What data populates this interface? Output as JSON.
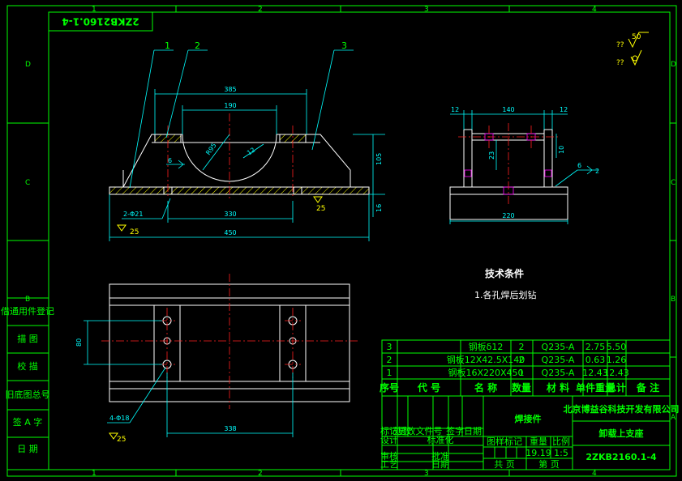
{
  "sheet": {
    "col_markers": [
      "1",
      "2",
      "3",
      "4"
    ],
    "row_markers": [
      "D",
      "C",
      "B",
      "A"
    ],
    "title_stamp": "2ZKB2160.1-4"
  },
  "left_strip": {
    "labels": [
      "借通用件登记",
      "描  图",
      "校  描",
      "旧底图总号",
      "签 A 字",
      "日  期"
    ]
  },
  "roughness": {
    "value": "50",
    "symbol_labels": [
      "??",
      "??"
    ]
  },
  "front_view": {
    "part_labels": [
      "1",
      "2",
      "3"
    ],
    "dims": {
      "overall_top": "385",
      "inner_top": "190",
      "radius": "R95",
      "chamfer": "12",
      "height_total": "105",
      "base_thk": "16",
      "span": "330",
      "length": "450",
      "holes": "2-Φ21",
      "roughness": "25",
      "weld": "6"
    }
  },
  "side_view": {
    "dims": {
      "left": "12",
      "middle": "140",
      "right": "12",
      "hole_gap": "23",
      "height": "10",
      "width": "220",
      "weld": "6",
      "weld_n": "2"
    }
  },
  "plan_view": {
    "dims": {
      "width": "80",
      "spacing": "338",
      "holes": "4-Φ18",
      "roughness": "25"
    }
  },
  "notes": {
    "title": "技术条件",
    "item1": "1.各孔焊后划钻"
  },
  "bom": {
    "headers": [
      "序号",
      "代  号",
      "名  称",
      "数量",
      "材  料",
      "单件重量",
      "总计",
      "备  注"
    ],
    "rows": [
      {
        "no": "3",
        "code": "",
        "name": "钢板δ12",
        "qty": "2",
        "material": "Q235-A",
        "unit": "2.75",
        "total": "5.50"
      },
      {
        "no": "2",
        "code": "",
        "name": "钢板12X42.5X140",
        "qty": "2",
        "material": "Q235-A",
        "unit": "0.63",
        "total": "1.26"
      },
      {
        "no": "1",
        "code": "",
        "name": "钢板16X220X450",
        "qty": "1",
        "material": "Q235-A",
        "unit": "12.43",
        "total": "12.43"
      }
    ]
  },
  "title_block": {
    "drawing_kind": "焊接件",
    "company": "北京博益谷科技开发有限公司",
    "part_name": "卸载上支座",
    "drawing_no": "2ZKB2160.1-4",
    "stage_label": "图样标记",
    "weight_label": "重量",
    "scale_label": "比例",
    "weight": "19.19",
    "scale": "1:5",
    "sheet_count": "共     页",
    "sheet_no": "第     页",
    "sign_labels": [
      "标记",
      "处数",
      "更改文件号",
      "签字",
      "日期"
    ],
    "role_labels": [
      "设计",
      "审核",
      "工艺",
      "标准化",
      "批准",
      "日期"
    ]
  }
}
